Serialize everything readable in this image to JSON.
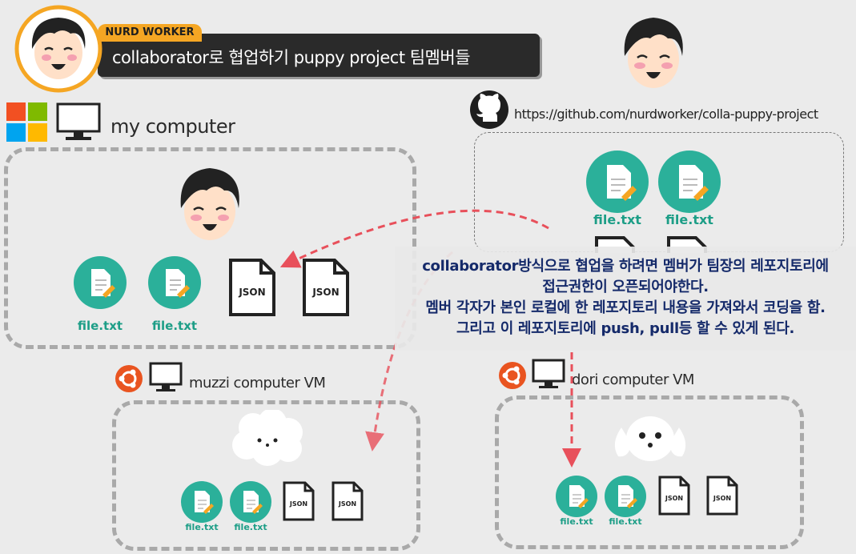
{
  "header": {
    "badge": "NURD WORKER",
    "title": "collaborator로 협업하기 puppy project 팀멤버들"
  },
  "github": {
    "url": "https://github.com/nurdworker/colla-puppy-project",
    "files": [
      "file.txt",
      "file.txt"
    ]
  },
  "machines": {
    "my": {
      "label": "my computer",
      "files": [
        "file.txt",
        "file.txt"
      ],
      "json": [
        "JSON",
        "JSON"
      ]
    },
    "muzzi": {
      "label": "muzzi computer VM",
      "files": [
        "file.txt",
        "file.txt"
      ],
      "json": [
        "JSON",
        "JSON"
      ]
    },
    "dori": {
      "label": "dori computer VM",
      "files": [
        "file.txt",
        "file.txt"
      ],
      "json": [
        "JSON",
        "JSON"
      ]
    }
  },
  "callout": {
    "lines": [
      "collaborator방식으로 협업을 하려면 멤버가 팀장의 레포지토리에",
      "접근권한이 오픈되어야한다.",
      "멤버 각자가 본인 로컬에 한 레포지토리 내용을 가져와서 코딩을 함.",
      "그리고 이 레포지토리에 push, pull등 할 수 있게 된다."
    ]
  },
  "colors": {
    "accent": "#f5a623",
    "teal": "#2bb09a",
    "arrow": "#e8505b",
    "text": "#152a6a"
  }
}
